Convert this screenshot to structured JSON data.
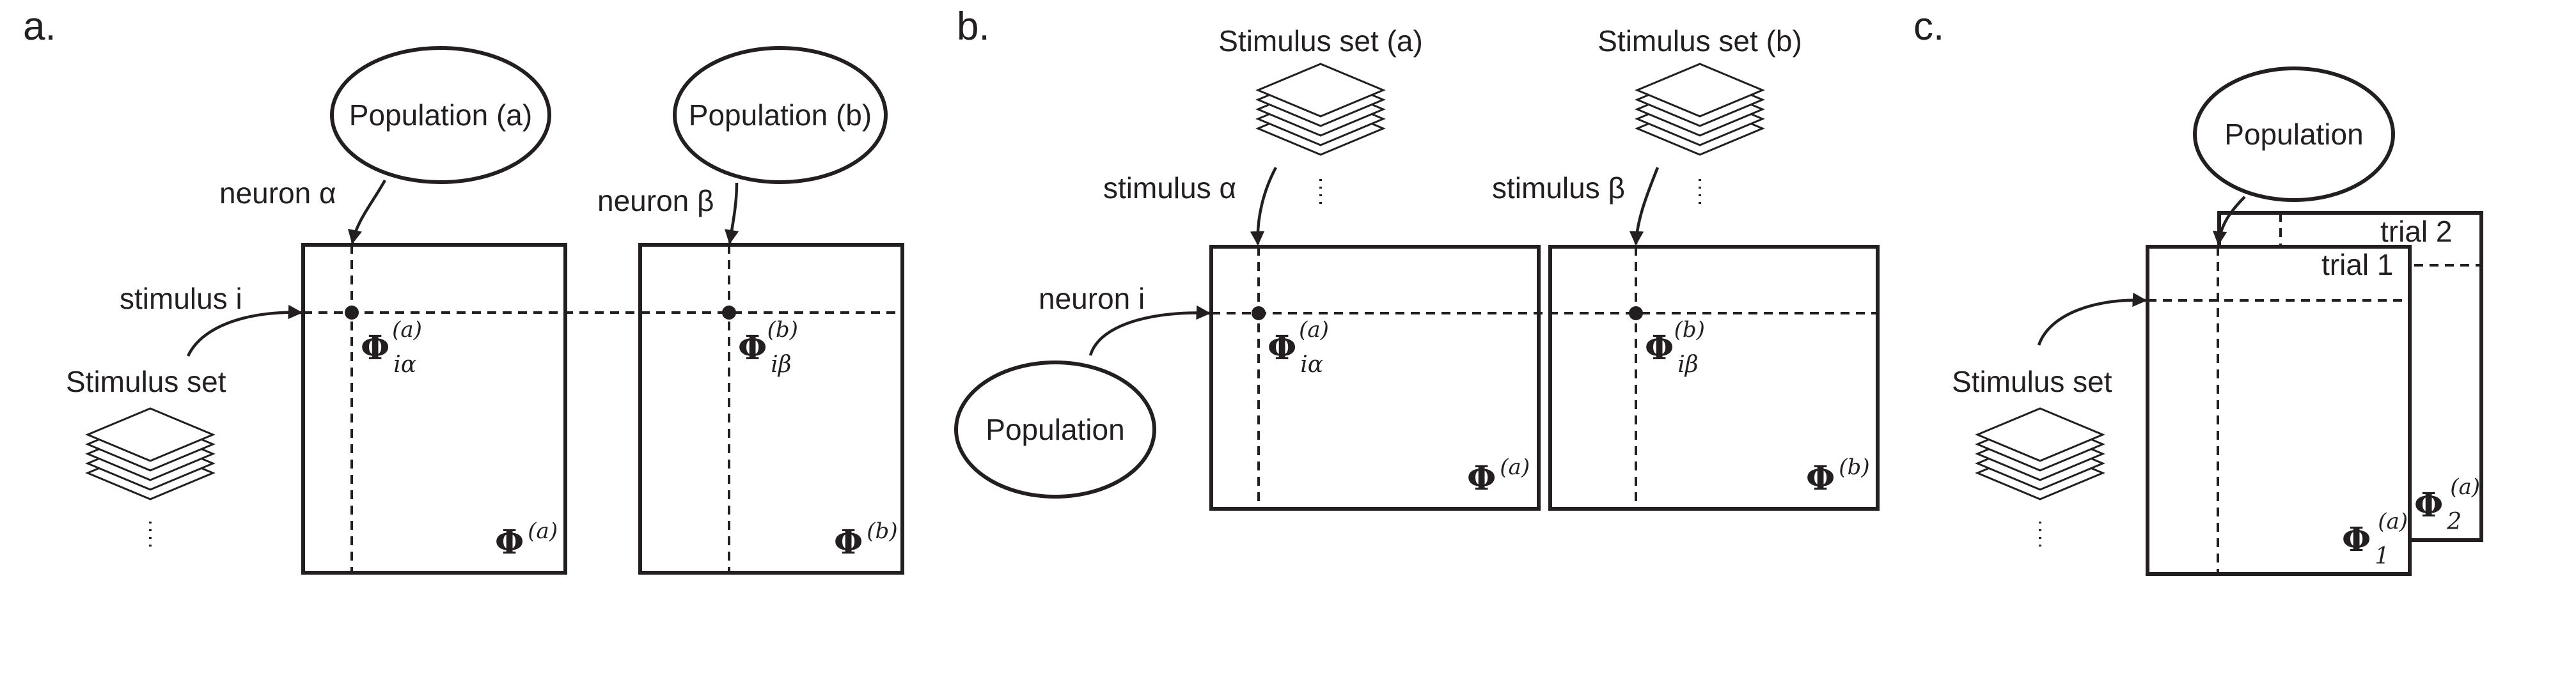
{
  "panels": {
    "a": {
      "letter": "a.",
      "population_a": "Population (a)",
      "population_b": "Population (b)",
      "neuron_alpha": "neuron α",
      "neuron_beta": "neuron β",
      "stimulus_i": "stimulus i",
      "stimulus_set": "Stimulus set",
      "phi_a": {
        "base": "Φ",
        "sup": "(a)"
      },
      "phi_b": {
        "base": "Φ",
        "sup": "(b)"
      },
      "phi_ia": {
        "base": "Φ",
        "sup": "(a)",
        "sub": "iα"
      },
      "phi_ib": {
        "base": "Φ",
        "sup": "(b)",
        "sub": "iβ"
      }
    },
    "b": {
      "letter": "b.",
      "stimulus_set_a": "Stimulus set (a)",
      "stimulus_set_b": "Stimulus set (b)",
      "stimulus_alpha": "stimulus α",
      "stimulus_beta": "stimulus β",
      "neuron_i": "neuron i",
      "population": "Population",
      "phi_a": {
        "base": "Φ",
        "sup": "(a)"
      },
      "phi_b": {
        "base": "Φ",
        "sup": "(b)"
      },
      "phi_ia": {
        "base": "Φ",
        "sup": "(a)",
        "sub": "iα"
      },
      "phi_ib": {
        "base": "Φ",
        "sup": "(b)",
        "sub": "iβ"
      }
    },
    "c": {
      "letter": "c.",
      "population": "Population",
      "stimulus_set": "Stimulus set",
      "trial_1": "trial 1",
      "trial_2": "trial 2",
      "phi_1": {
        "base": "Φ",
        "sup": "(a)",
        "sub": "1"
      },
      "phi_2": {
        "base": "Φ",
        "sup": "(a)",
        "sub": "2"
      }
    }
  }
}
